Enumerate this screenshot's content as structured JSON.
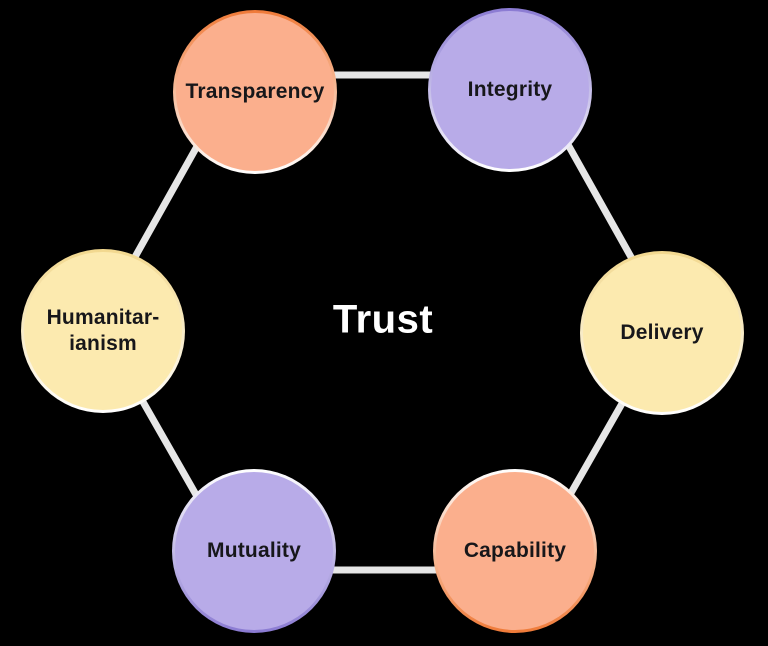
{
  "diagram": {
    "center_label": "Trust",
    "colors": {
      "background": "#000000",
      "connector": "#E6E6E6",
      "center_text": "#FFFFFF",
      "node_text": "#17171A"
    },
    "nodes": [
      {
        "id": "transparency",
        "label": "Transparency",
        "fill": "#FBAF8D",
        "rim": "#EF7A38"
      },
      {
        "id": "integrity",
        "label": "Integrity",
        "fill": "#B8ABE8",
        "rim": "#8A7AD2"
      },
      {
        "id": "delivery",
        "label": "Delivery",
        "fill": "#FCEAAF",
        "rim": "#F2D88E"
      },
      {
        "id": "capability",
        "label": "Capability",
        "fill": "#FBAF8D",
        "rim": "#EF7A38"
      },
      {
        "id": "mutuality",
        "label": "Mutuality",
        "fill": "#B8ABE8",
        "rim": "#8A7AD2"
      },
      {
        "id": "humanitarianism",
        "label": "Humanitar-\nianism",
        "fill": "#FCEAAF",
        "rim": "#F2D88E"
      }
    ]
  }
}
